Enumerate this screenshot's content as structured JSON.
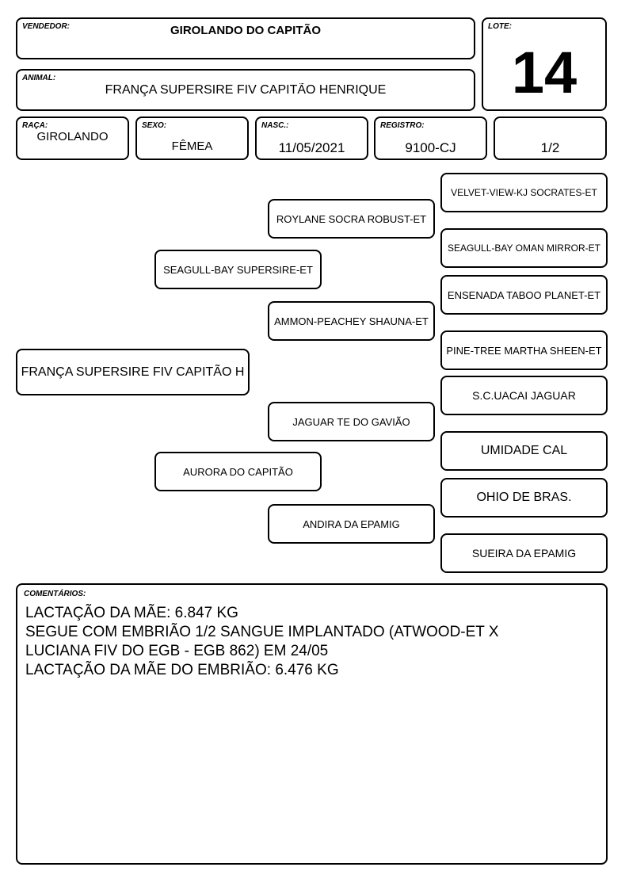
{
  "header": {
    "seller_label": "VENDEDOR:",
    "seller": "GIROLANDO DO CAPITÃO",
    "lot_label": "LOTE:",
    "lot": "14",
    "animal_label": "ANIMAL:",
    "animal": "FRANÇA SUPERSIRE FIV CAPITÃO HENRIQUE"
  },
  "info": {
    "breed_label": "RAÇA:",
    "breed": "GIROLANDO",
    "sex_label": "SEXO:",
    "sex": "FÊMEA",
    "birth_label": "NASC.:",
    "birth": "11/05/2021",
    "registry_label": "REGISTRO:",
    "registry": "9100-CJ",
    "blood_fraction": "1/2"
  },
  "pedigree": {
    "animal": "FRANÇA SUPERSIRE FIV CAPITÃO H",
    "sire": "SEAGULL-BAY SUPERSIRE-ET",
    "dam": "AURORA DO CAPITÃO",
    "paternal_grandsire": "ROYLANE SOCRA ROBUST-ET",
    "paternal_granddam": "AMMON-PEACHEY SHAUNA-ET",
    "maternal_grandsire": "JAGUAR TE DO GAVIÃO",
    "maternal_granddam": "ANDIRA DA EPAMIG",
    "great_grandparents": [
      "VELVET-VIEW-KJ SOCRATES-ET",
      "SEAGULL-BAY OMAN MIRROR-ET",
      "ENSENADA TABOO PLANET-ET",
      "PINE-TREE MARTHA SHEEN-ET",
      "S.C.UACAI JAGUAR",
      "UMIDADE CAL",
      "OHIO DE BRAS.",
      "SUEIRA DA EPAMIG"
    ]
  },
  "comments": {
    "label": "COMENTÁRIOS:",
    "lines": [
      "LACTAÇÃO DA MÃE: 6.847 KG",
      "SEGUE COM EMBRIÃO 1/2 SANGUE IMPLANTADO (ATWOOD-ET X",
      "LUCIANA FIV DO EGB - EGB 862) EM 24/05",
      "LACTAÇÃO DA MÃE DO EMBRIÃO: 6.476 KG"
    ]
  }
}
